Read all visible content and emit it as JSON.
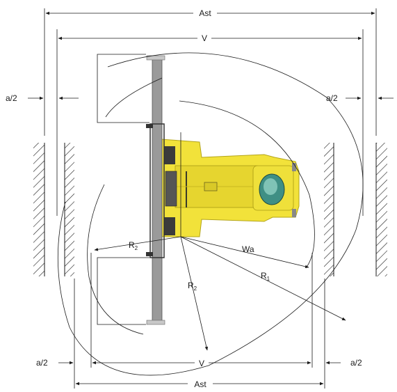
{
  "labels": {
    "ast": "Ast",
    "v": "V",
    "a_half": "a/2",
    "wa": "Wa",
    "r": "R",
    "r1_sub": "1",
    "r2_sub": "2"
  },
  "colors": {
    "truck_yellow": "#f2e23a",
    "truck_shadow": "#c9b91f",
    "mast_grey": "#9a9a9a",
    "fork_tip": "#c8c8c8",
    "cabin_teal": "#3f8f84",
    "line": "#1a1a1a"
  }
}
